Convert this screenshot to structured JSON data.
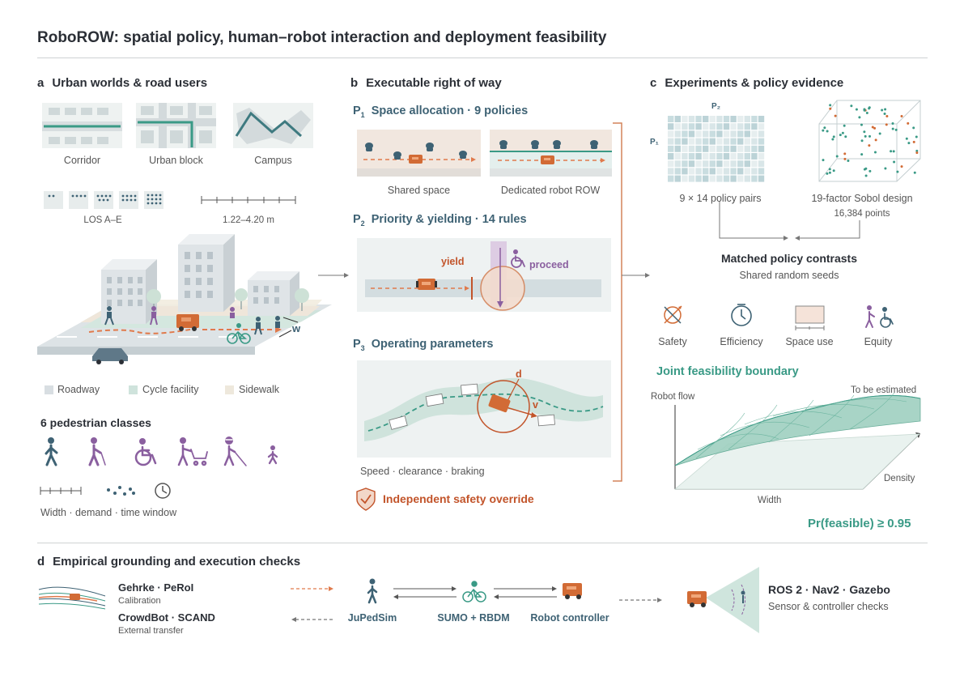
{
  "title": "RoboROW: spatial policy, human–robot interaction and deployment feasibility",
  "panel_a": {
    "letter": "a",
    "heading": "Urban worlds & road users",
    "worlds": [
      "Corridor",
      "Urban block",
      "Campus"
    ],
    "los_label": "LOS A–E",
    "width_range": "1.22–4.20 m",
    "w_label": "w",
    "legend": [
      "Roadway",
      "Cycle facility",
      "Sidewalk"
    ],
    "ped_heading": "6 pedestrian classes",
    "factors": "Width · demand · time window"
  },
  "panel_b": {
    "letter": "b",
    "heading": "Executable right of way",
    "p1": {
      "sym": "P",
      "sub": "1",
      "title": "Space allocation · 9 policies",
      "left": "Shared space",
      "right": "Dedicated robot ROW"
    },
    "p2": {
      "sym": "P",
      "sub": "2",
      "title": "Priority & yielding · 14 rules",
      "yield": "yield",
      "proceed": "proceed"
    },
    "p3": {
      "sym": "P",
      "sub": "3",
      "title": "Operating parameters",
      "d": "d",
      "v": "v",
      "caption": "Speed · clearance · braking"
    },
    "override": "Independent safety override"
  },
  "panel_c": {
    "letter": "c",
    "heading": "Experiments & policy evidence",
    "p2_label": "P₂",
    "p1_label": "P₁",
    "pairs": "9 × 14 policy pairs",
    "sobol": "19-factor Sobol design",
    "points": "16,384 points",
    "contrast_title": "Matched policy contrasts",
    "contrast_sub": "Shared random seeds",
    "metrics": [
      "Safety",
      "Efficiency",
      "Space use",
      "Equity"
    ],
    "boundary_title": "Joint feasibility boundary",
    "robot_flow": "Robot flow",
    "to_be_estimated": "To be estimated",
    "density": "Density",
    "width": "Width",
    "prob": "Pr(feasible) ≥ 0.95"
  },
  "panel_d": {
    "letter": "d",
    "heading": "Empirical grounding and execution checks",
    "calib_title": "Gehrke · PeRoI",
    "calib_sub": "Calibration",
    "ext_title": "CrowdBot · SCAND",
    "ext_sub": "External transfer",
    "jupedsim": "JuPedSim",
    "sumo": "SUMO + RBDM",
    "controller": "Robot controller",
    "ros": "ROS 2 · Nav2 · Gazebo",
    "ros_sub": "Sensor & controller checks"
  },
  "colors": {
    "teal": "#3a9a86",
    "orange": "#c2542a",
    "navy": "#3e6274",
    "purple": "#8a5f9f"
  }
}
